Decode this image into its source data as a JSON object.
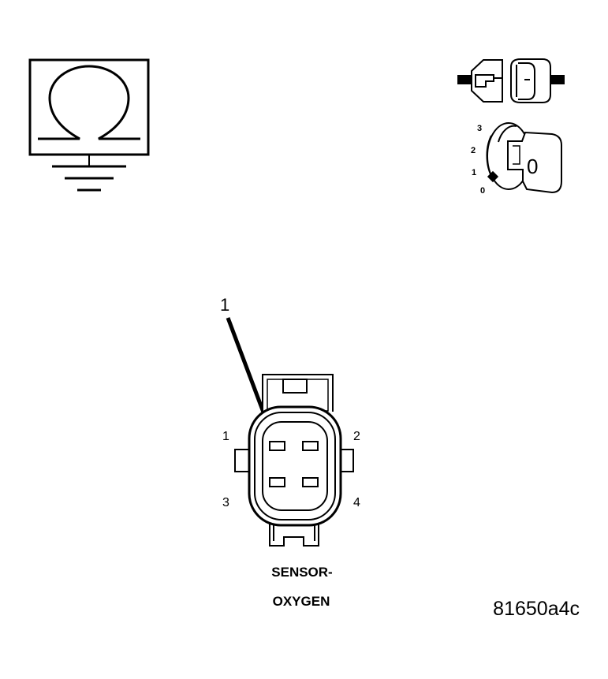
{
  "ohmmeter": {
    "icon": "ohm-omega-icon",
    "ground_icon": "ground-icon"
  },
  "disconnect": {
    "icon": "connector-disconnect-icon"
  },
  "ignition": {
    "icon": "ignition-key-icon",
    "scale": [
      "3",
      "2",
      "1",
      "0"
    ],
    "key_position": "0"
  },
  "connector": {
    "callout": "1",
    "pins": [
      "1",
      "2",
      "3",
      "4"
    ],
    "caption_line1": "SENSOR-",
    "caption_line2": "OXYGEN"
  },
  "figure_id": "81650a4c",
  "colors": {
    "ink": "#000000",
    "background": "#ffffff"
  }
}
